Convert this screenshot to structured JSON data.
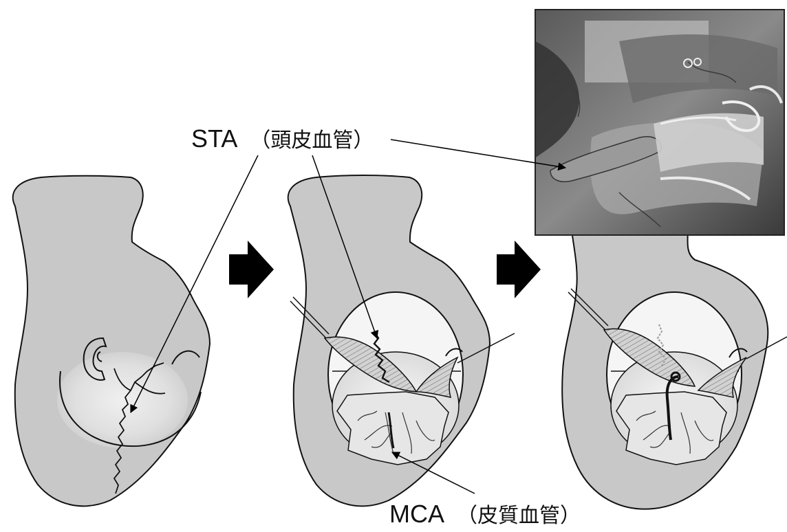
{
  "labels": {
    "sta": {
      "abbr": "STA",
      "jp": "（頭皮血管）"
    },
    "mca": {
      "abbr": "MCA",
      "jp": "（皮質血管）"
    }
  },
  "steps": [
    {
      "id": "step-1",
      "stage": "skin-incision"
    },
    {
      "id": "step-2",
      "stage": "craniotomy-exposure"
    },
    {
      "id": "step-3",
      "stage": "anastomosis"
    }
  ],
  "colors": {
    "head_fill": "#c8c8c8",
    "head_stroke": "#111111",
    "field_center": "#f2f2f2",
    "vessel": "#111111",
    "arrow": "#000000"
  },
  "icons": [
    "step-arrow-icon",
    "step-arrow-icon"
  ]
}
